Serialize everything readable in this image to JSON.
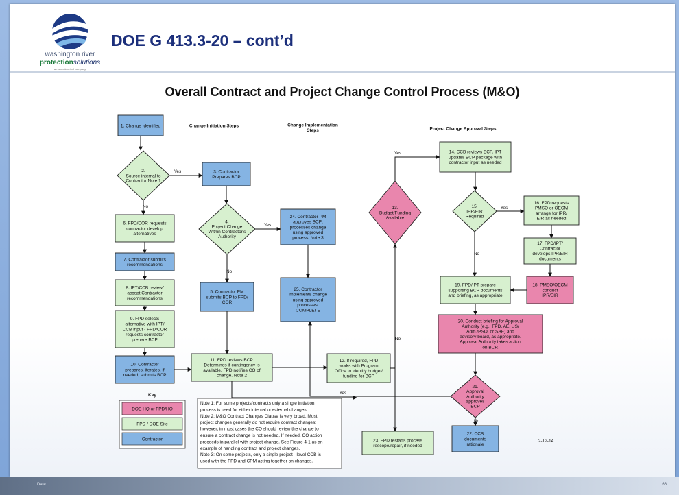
{
  "slide_title": "DOE G 413.3-20 – cont’d",
  "diagram_title": "Overall Contract and Project Change Control Process (M&O)",
  "logo": {
    "line1": "washington river",
    "line2a": "protection",
    "line2b": "solutions",
    "line3": "an amentum-led company"
  },
  "column_headers": {
    "initiation": "Change Initiation Steps",
    "implementation": [
      "Change Implementation",
      "Steps"
    ],
    "approval": "Project Change Approval Steps"
  },
  "colors": {
    "contractor": "#85b4e3",
    "fpd_doe_site": "#d7f0cf",
    "doe_hq": "#e986ad",
    "title": "#1c2f7b"
  },
  "nodes": {
    "n1": [
      "1. Change Identified"
    ],
    "n2": [
      "2.",
      "Source internal to",
      "Contractor Note 1"
    ],
    "n3": [
      "3. Contractor",
      "Prepares BCP"
    ],
    "n4": [
      "4.",
      "Project Change",
      "Within Contractor's",
      "Authority"
    ],
    "n5": [
      "5. Contractor PM",
      "submits BCP to FPD/",
      "COR"
    ],
    "n6": [
      "6. FPD/COR requests",
      "contractor develop",
      "alternatives"
    ],
    "n7": [
      "7. Contractor submits",
      "recommendations"
    ],
    "n8": [
      "8. IPT/CCB review/",
      "accept Contractor",
      "recommendations"
    ],
    "n9": [
      "9. FPD selects",
      "alternative with IPT/",
      "CCB input - FPD/COR",
      "requests contractor",
      "prepare BCP"
    ],
    "n10": [
      "10. Contractor",
      "prepares, iterates, if",
      "needed, submits BCP"
    ],
    "n11": [
      "11. FPD reviews BCP.",
      "Determines if contingency is",
      "available. FPD notifies CO of",
      "change. Note 2"
    ],
    "n12": [
      "12. If required, FPD",
      "works with Program",
      "Office to identify budget/",
      "funding for BCP"
    ],
    "n13": [
      "13.",
      "Budget/Funding",
      "Available"
    ],
    "n14": [
      "14. CCB reviews BCP. IPT",
      "updates BCP package with",
      "contractor input as needed"
    ],
    "n15": [
      "15.",
      "IPR/EIR",
      "Required"
    ],
    "n16": [
      "16. FPD requests",
      "PMSO or OECM",
      "arrange for IPR/",
      "EIR as needed"
    ],
    "n17": [
      "17. FPD/IPT/",
      "Contractor",
      "develops IPR/EIR",
      "documents"
    ],
    "n18": [
      "18. PMSO/OECM",
      "conduct",
      "IPR/EIR"
    ],
    "n19": [
      "19. FPD/IPT prepare",
      "supporting BCP documents",
      "and briefing, as appropriate"
    ],
    "n20": [
      "20. Conduct briefing for Approval",
      "Authority (e.g., FPD, AE, US/",
      "Adm./PSO, or SAE) and",
      "advisory board, as appropriate.",
      "Approval Authority takes action",
      "on BCP."
    ],
    "n21": [
      "21.",
      "Approval",
      "Authority",
      "approves",
      "BCP"
    ],
    "n22": [
      "22. CCB",
      "documents",
      "rationale"
    ],
    "n23": [
      "23. FPD restarts process",
      "rescope/repair, if needed"
    ],
    "n24": [
      "24. Contractor PM",
      "approves BCP;",
      "processes change",
      "using approved",
      "process. Note 3"
    ],
    "n25": [
      "25. Contractor",
      "implements change",
      "using approved",
      "processes.",
      "COMPLETE"
    ]
  },
  "edge_labels": {
    "yes": "Yes",
    "no": "No"
  },
  "key": {
    "title": "Key",
    "items": [
      "DOE HQ or FPD/HQ",
      "FPD / DOE Site",
      "Contractor"
    ]
  },
  "notes": [
    "Note 1: For some projects/contracts only a single initiation",
    "process is used for either internal or external changes.",
    "Note 2: M&O Contract Changes Clause is very broad. Most",
    "project changes generally do not require contract changes;",
    "however, in most cases the CO should review the change to",
    "ensure a contract change is not needed. If needed, CO action",
    "proceeds in parallel with project change. See Figure 4-1 as an",
    "example of handling contract and project changes.",
    "Note 3: On some projects, only a single project - level CCB is",
    "used with the FPD and CPM acting together on changes."
  ],
  "date_stamp": "2-12-14",
  "footer": {
    "date_label": "Date",
    "page": "66"
  }
}
